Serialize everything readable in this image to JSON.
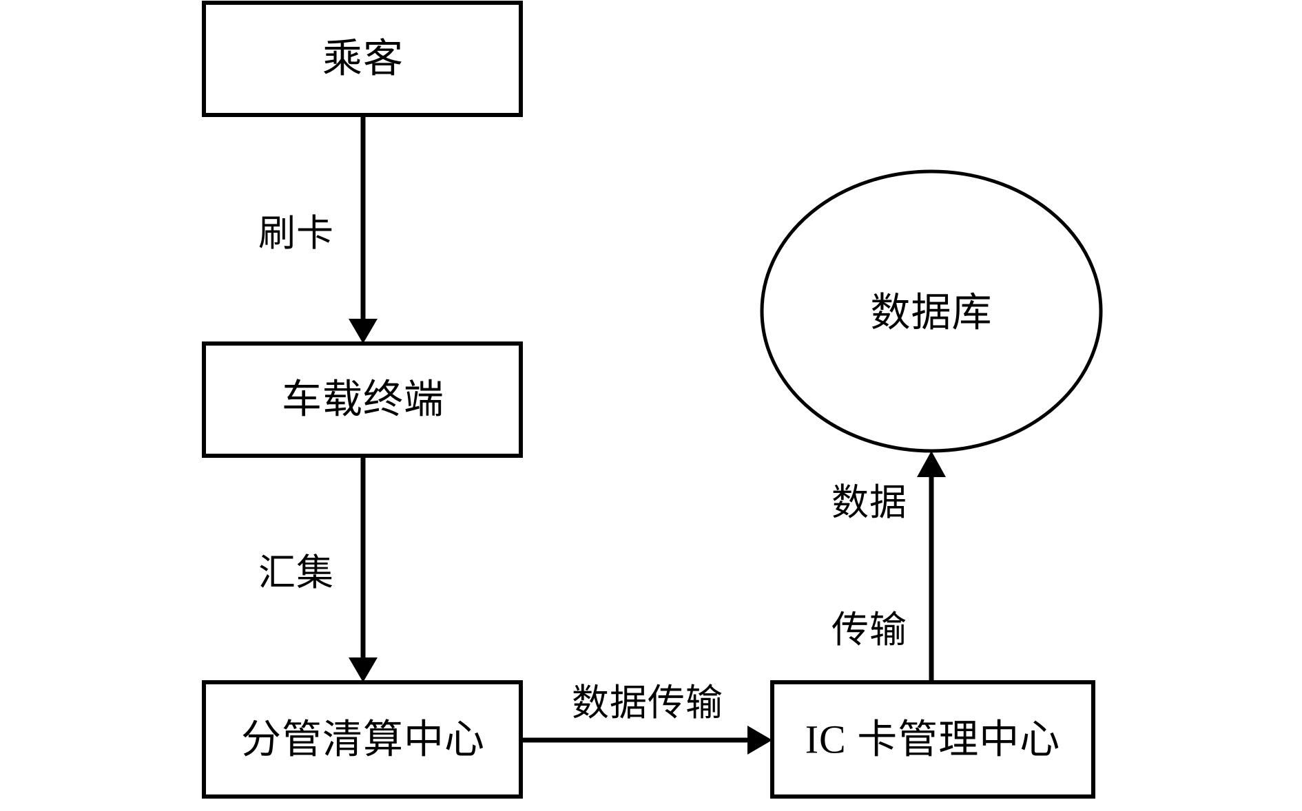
{
  "diagram": {
    "type": "flowchart",
    "title": "",
    "background_color": "#ffffff",
    "stroke_color": "#000000",
    "text_color": "#000000",
    "nodes": [
      {
        "id": "passenger",
        "label": "乘客",
        "shape": "rectangle"
      },
      {
        "id": "onboard-terminal",
        "label": "车载终端",
        "shape": "rectangle"
      },
      {
        "id": "clearing-center",
        "label": "分管清算中心",
        "shape": "rectangle"
      },
      {
        "id": "ic-card-center",
        "label": "IC 卡管理中心",
        "shape": "rectangle"
      },
      {
        "id": "database",
        "label": "数据库",
        "shape": "ellipse"
      }
    ],
    "edges": [
      {
        "id": "swipe-card",
        "label": "刷卡",
        "from": "passenger",
        "to": "onboard-terminal",
        "direction": "down"
      },
      {
        "id": "aggregate",
        "label": "汇集",
        "from": "onboard-terminal",
        "to": "clearing-center",
        "direction": "down"
      },
      {
        "id": "data-transmission-h",
        "label": "数据传输",
        "from": "clearing-center",
        "to": "ic-card-center",
        "direction": "right"
      },
      {
        "id": "data-transmission-v",
        "label_line1": "数据",
        "label_line2": "传输",
        "from": "ic-card-center",
        "to": "database",
        "direction": "up"
      }
    ]
  }
}
